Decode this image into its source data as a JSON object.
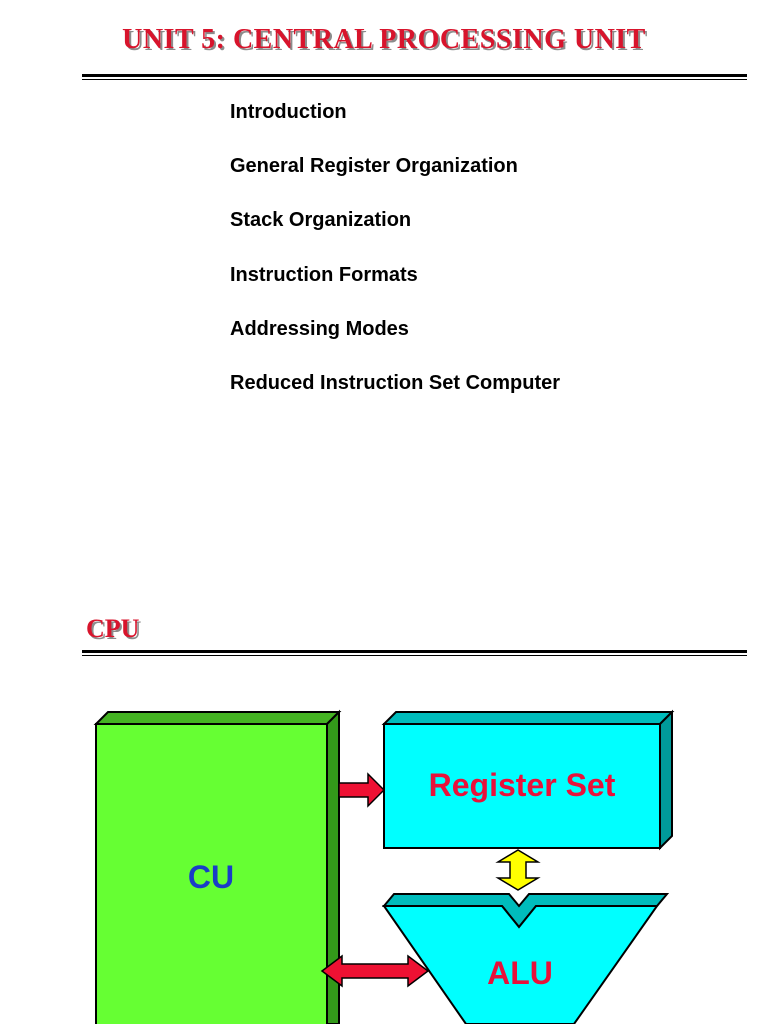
{
  "header": {
    "title": "UNIT 5: CENTRAL PROCESSING UNIT"
  },
  "topics": [
    "Introduction",
    "General Register Organization",
    "Stack Organization",
    "Instruction Formats",
    "Addressing Modes",
    "Reduced Instruction Set Computer"
  ],
  "section": {
    "title": "CPU"
  },
  "diagram": {
    "cu_label": "CU",
    "register_label": "Register Set",
    "alu_label": "ALU",
    "colors": {
      "cu": "#66ff33",
      "register": "#00ffff",
      "alu": "#00ffff",
      "label_blue": "#1a3cc8",
      "label_red": "#e8113a",
      "arrow_red": "#ee1133",
      "arrow_yellow": "#ffff00",
      "title_red": "#d8142c"
    }
  }
}
